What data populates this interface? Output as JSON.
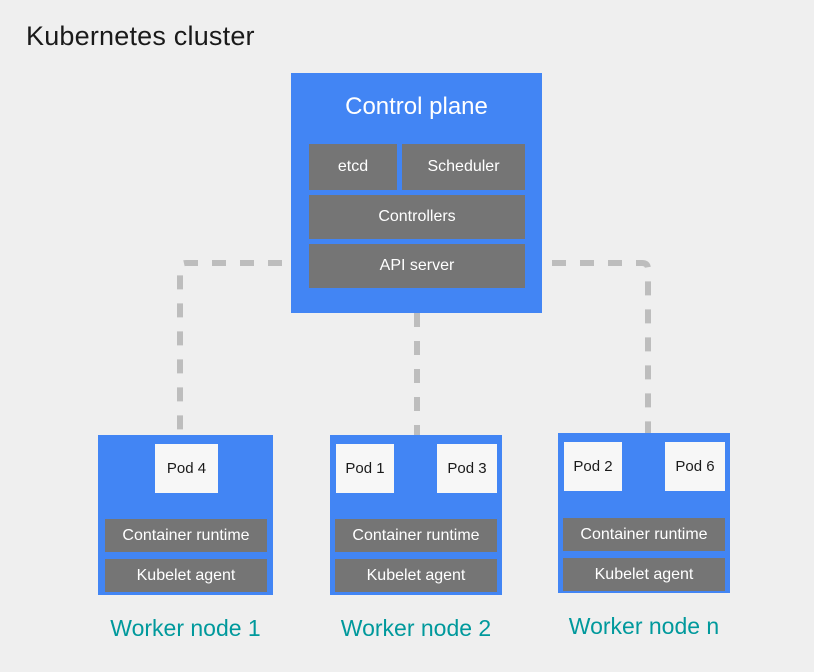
{
  "title": "Kubernetes cluster",
  "colors": {
    "background": "#efefef",
    "node_blue": "#4285f4",
    "chip_gray": "#757575",
    "pod_white": "#f7f7f7",
    "caption_teal": "#00999c",
    "title_text": "#1a1a1a",
    "connector_gray": "#bdbdbd"
  },
  "control_plane": {
    "title": "Control plane",
    "components": [
      {
        "label": "etcd"
      },
      {
        "label": "Scheduler"
      },
      {
        "label": "Controllers"
      },
      {
        "label": "API server"
      }
    ]
  },
  "worker_nodes": [
    {
      "caption": "Worker node 1",
      "pods": [
        {
          "label": "Pod 4"
        }
      ],
      "components": [
        {
          "label": "Container runtime"
        },
        {
          "label": "Kubelet agent"
        }
      ]
    },
    {
      "caption": "Worker node 2",
      "pods": [
        {
          "label": "Pod 1"
        },
        {
          "label": "Pod 3"
        }
      ],
      "components": [
        {
          "label": "Container runtime"
        },
        {
          "label": "Kubelet agent"
        }
      ]
    },
    {
      "caption": "Worker node n",
      "pods": [
        {
          "label": "Pod 2"
        },
        {
          "label": "Pod 6"
        }
      ],
      "components": [
        {
          "label": "Container runtime"
        },
        {
          "label": "Kubelet agent"
        }
      ]
    }
  ]
}
